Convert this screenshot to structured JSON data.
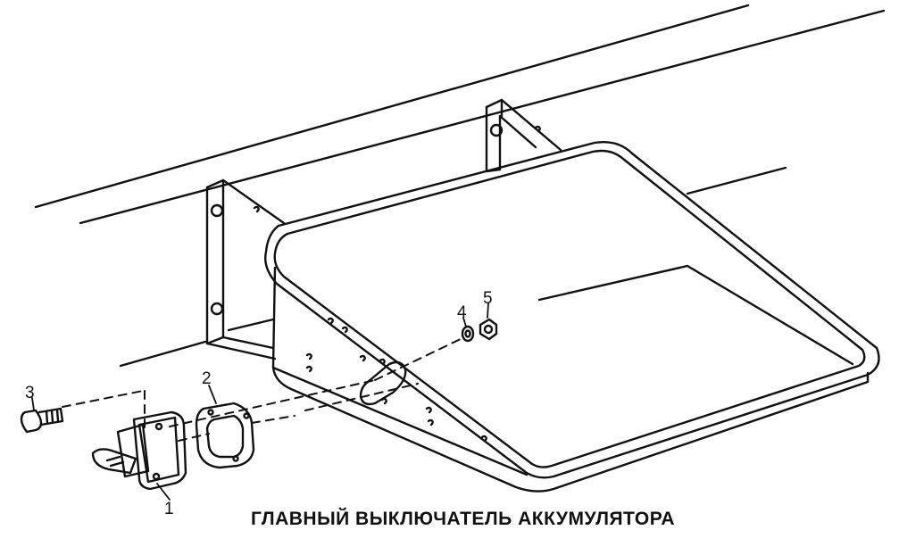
{
  "caption": "ГЛАВНЫЙ ВЫКЛЮЧАТЕЛЬ АККУМУЛЯТОРА",
  "callouts": [
    {
      "id": "part-1",
      "label": "1"
    },
    {
      "id": "part-2",
      "label": "2"
    },
    {
      "id": "part-3",
      "label": "3"
    },
    {
      "id": "part-4",
      "label": "4"
    },
    {
      "id": "part-5",
      "label": "5"
    }
  ],
  "colors": {
    "line": "#111111",
    "background": "#ffffff"
  }
}
